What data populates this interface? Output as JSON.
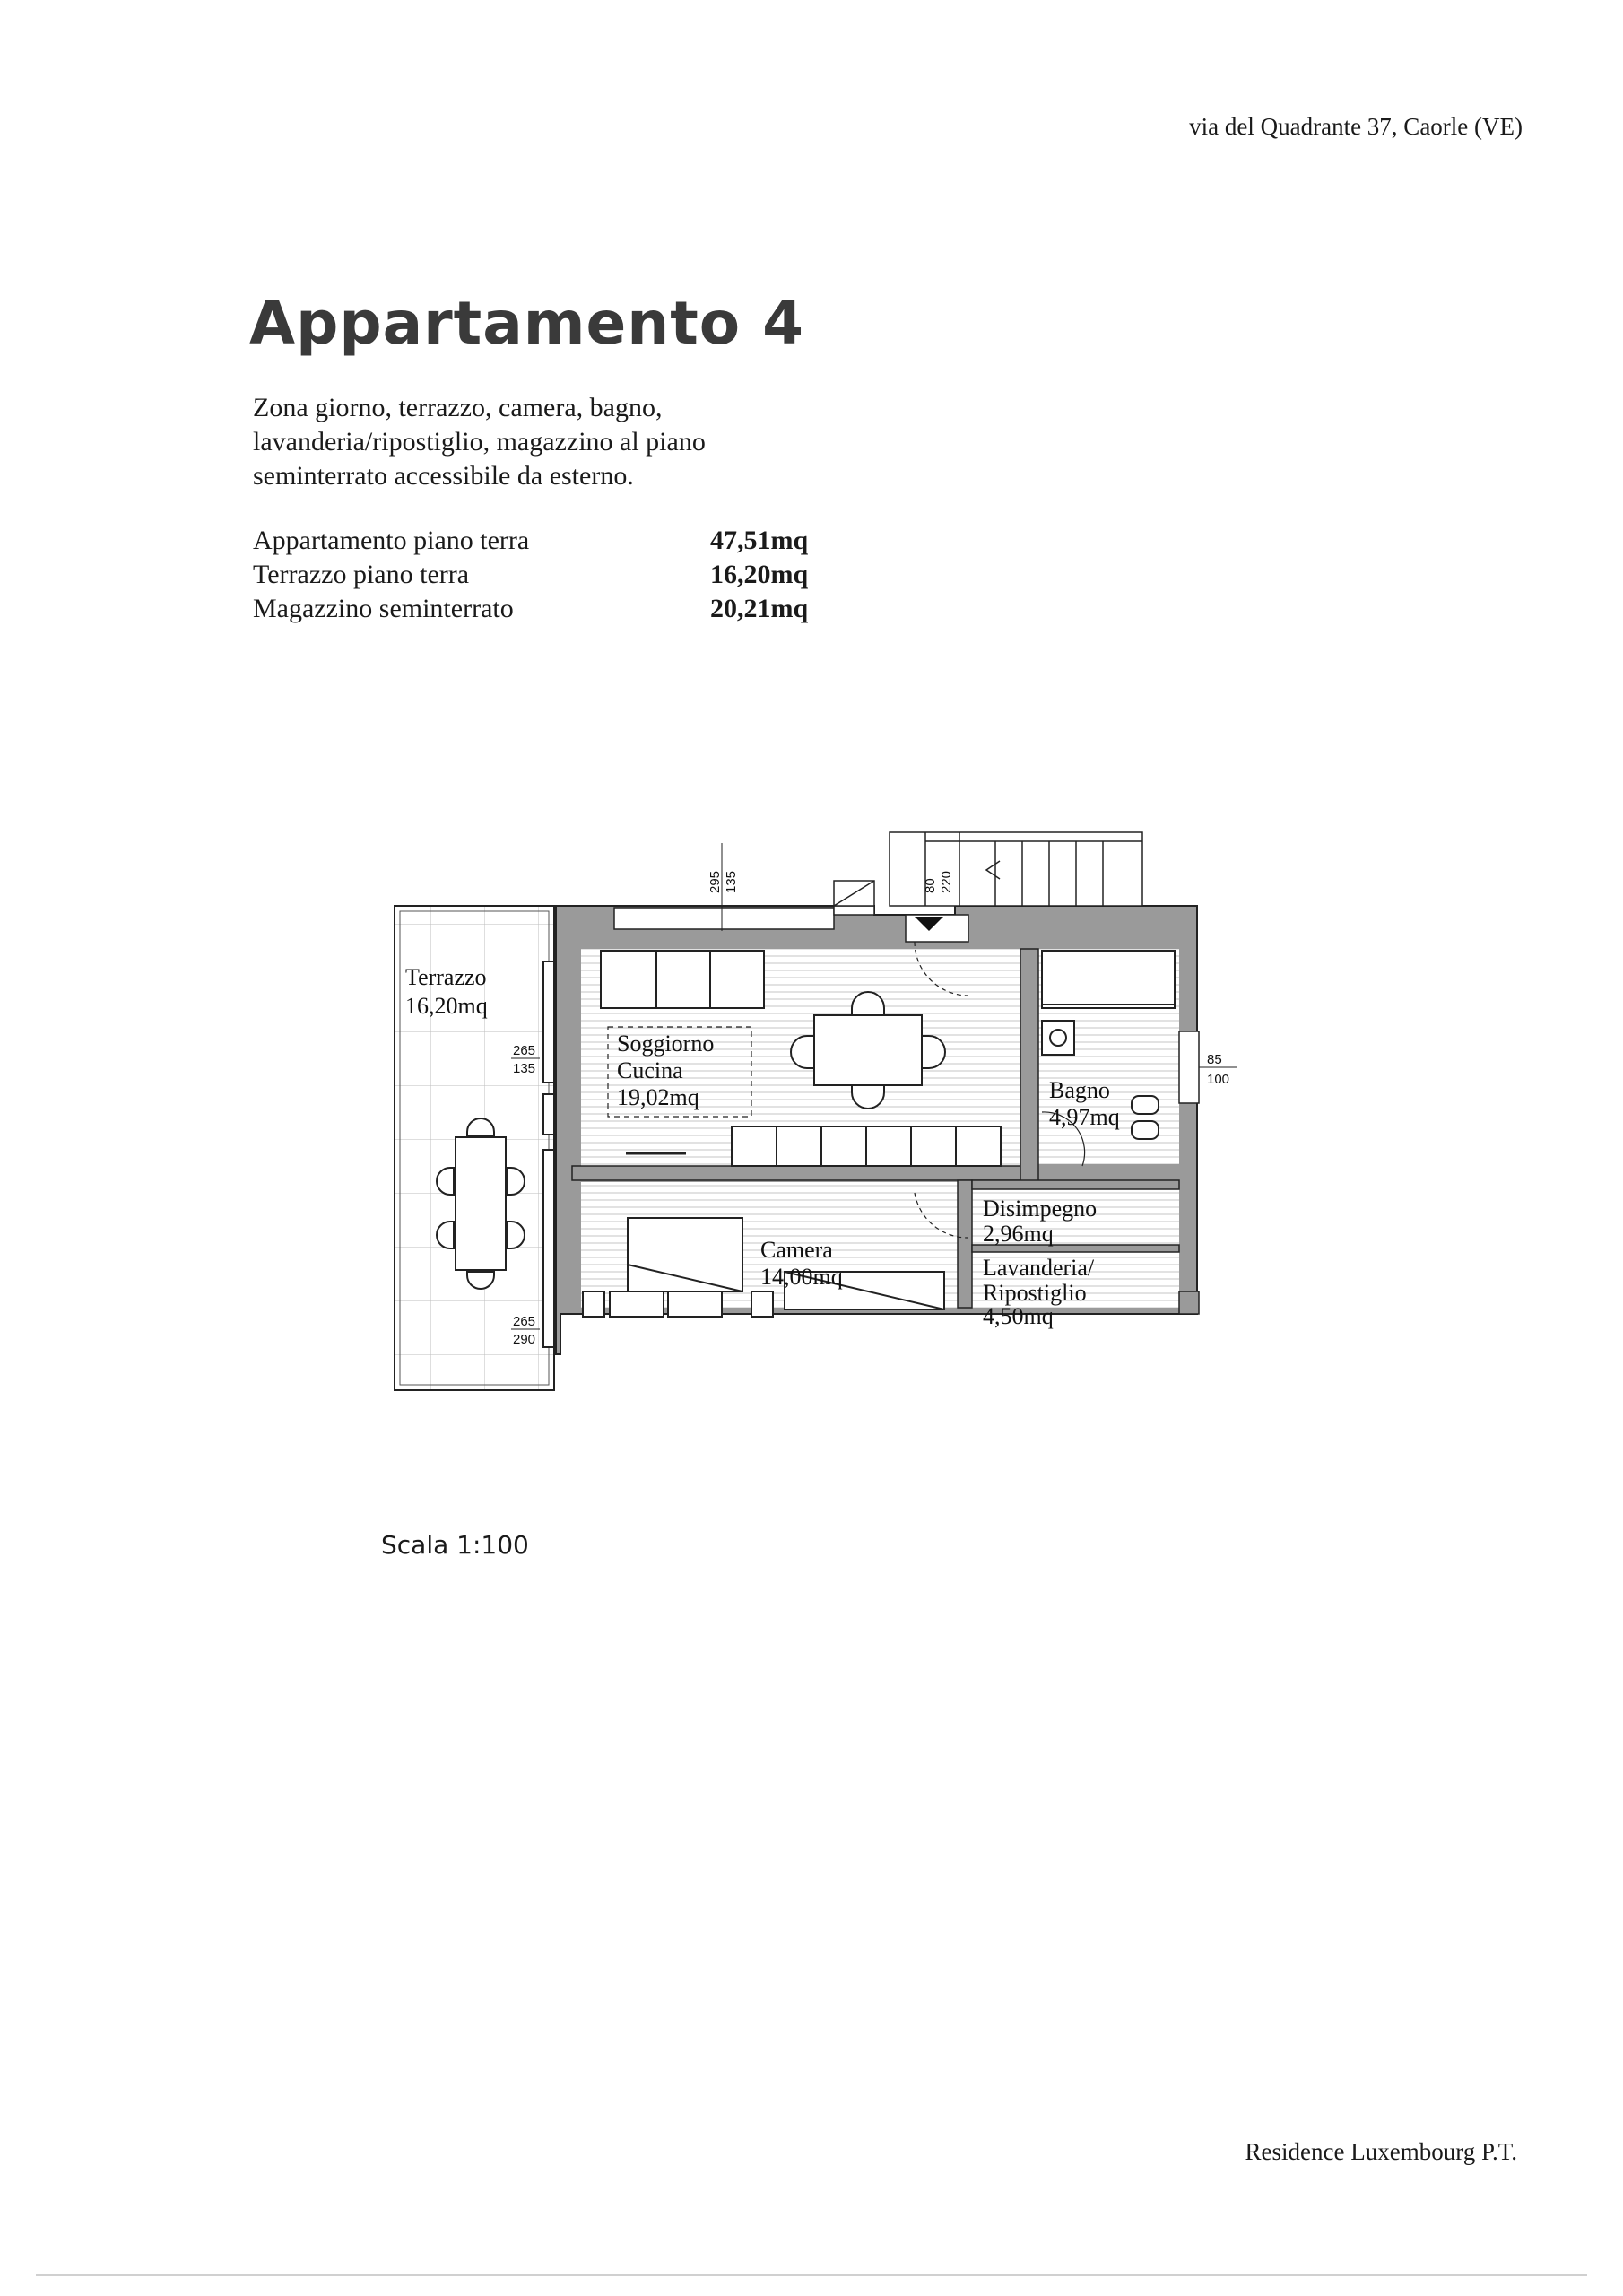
{
  "header": {
    "address": "via del Quadrante 37, Caorle (VE)"
  },
  "title": "Appartamento 4",
  "description": "Zona giorno, terrazzo, camera, bagno, lavanderia/ripostiglio, magazzino al piano seminterrato accessibile da esterno.",
  "areas": [
    {
      "label": "Appartamento piano terra",
      "value": "47,51mq"
    },
    {
      "label": "Terrazzo piano terra",
      "value": "16,20mq"
    },
    {
      "label": "Magazzino seminterrato",
      "value": "20,21mq"
    }
  ],
  "plan": {
    "rooms": {
      "terrazzo": {
        "name": "Terrazzo",
        "area": "16,20mq"
      },
      "soggiorno": {
        "name": "Soggiorno",
        "name2": "Cucina",
        "area": "19,02mq"
      },
      "bagno": {
        "name": "Bagno",
        "area": "4,97mq"
      },
      "disimpegno": {
        "name": "Disimpegno",
        "area": "2,96mq"
      },
      "camera": {
        "name": "Camera",
        "area": "14,00mq"
      },
      "lavanderia": {
        "name": "Lavanderia/",
        "name2": "Ripostiglio",
        "area": "4,50mq"
      }
    },
    "dimensions": {
      "top_window": {
        "w": "295",
        "h": "135"
      },
      "entrance": {
        "w": "80",
        "h": "220"
      },
      "terrace_window_1": {
        "w": "265",
        "h": "135"
      },
      "terrace_window_2": {
        "w": "265",
        "h": "290"
      },
      "bath_window": {
        "w": "85",
        "h": "100"
      }
    }
  },
  "scale": "Scala 1:100",
  "footer": "Residence Luxembourg P.T."
}
